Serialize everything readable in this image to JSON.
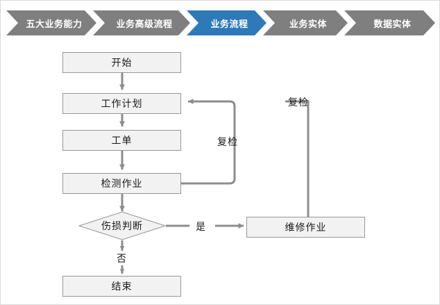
{
  "breadcrumb": {
    "items": [
      {
        "label": "五大业务能力",
        "active": false
      },
      {
        "label": "业务高级流程",
        "active": false
      },
      {
        "label": "业务流程",
        "active": true
      },
      {
        "label": "业务实体",
        "active": false
      },
      {
        "label": "数据实体",
        "active": false
      }
    ],
    "active_color": "#2e79b8",
    "inactive_color": "#7f7f7f",
    "text_color": "#ffffff"
  },
  "flowchart": {
    "node_fill": "#f2f2f2",
    "node_border": "#969696",
    "connector_color": "#8c8c8c",
    "nodes": {
      "start": "开始",
      "work_plan": "工作计划",
      "work_order": "工单",
      "inspection": "检测作业",
      "decision": "伤损判断",
      "repair": "维修作业",
      "end": "结束"
    },
    "edge_labels": {
      "reinspect_inner": "复检",
      "reinspect_outer": "复检",
      "yes": "是",
      "no": "否"
    }
  }
}
